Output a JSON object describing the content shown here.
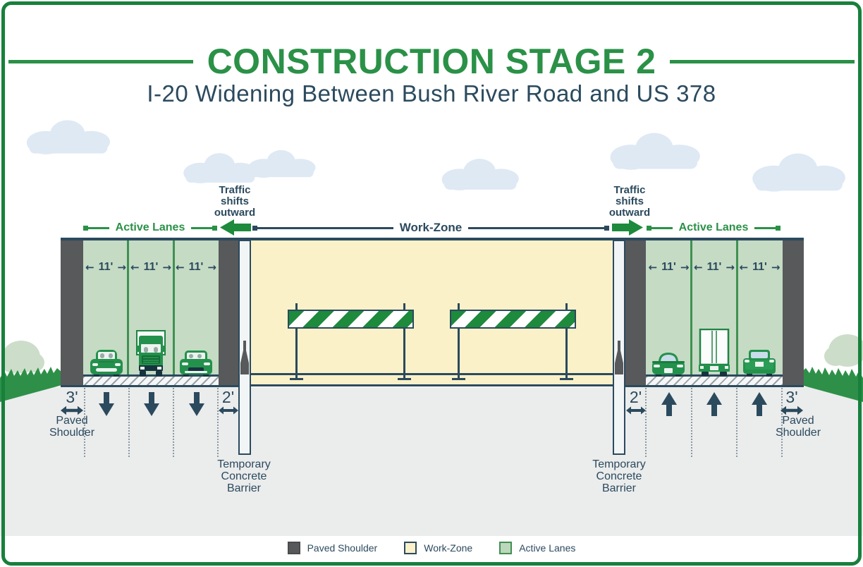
{
  "header": {
    "title": "CONSTRUCTION STAGE 2",
    "subtitle": "I-20 Widening Between Bush River Road and US 378"
  },
  "annotations": {
    "traffic_shift": {
      "line1": "Traffic",
      "line2": "shifts",
      "line3": "outward"
    },
    "active_lanes": "Active Lanes",
    "work_zone": "Work-Zone",
    "lane_width": "11'",
    "shoulder_width": "3'",
    "barrier_gap_width": "2'",
    "paved_shoulder": {
      "line1": "Paved",
      "line2": "Shoulder"
    },
    "temporary_barrier": {
      "line1": "Temporary",
      "line2": "Concrete",
      "line3": "Barrier"
    }
  },
  "icons": {
    "arrow_left": "←",
    "arrow_right": "→"
  },
  "legend": {
    "items": [
      {
        "label": "Paved Shoulder",
        "fill": "#58595B",
        "border": "#4A4B4D"
      },
      {
        "label": "Work-Zone",
        "fill": "#FAF1C9",
        "border": "#2B4A5E"
      },
      {
        "label": "Active Lanes",
        "fill": "#BDD7BC",
        "border": "#3F9152"
      }
    ]
  },
  "colors": {
    "title_green": "#2A9147",
    "frame_green": "#17803C",
    "navy": "#2B4A5E",
    "lane_fill": "#C5DBC4",
    "lane_divider": "#3F9152",
    "work_zone_fill": "#FAF1C9",
    "shoulder_gray": "#58595B",
    "ground_gray": "#EBECEC",
    "cloud_blue": "#DEE9F4",
    "arrow_green": "#1E8A3C",
    "grass_green": "#2E9048",
    "bush_green": "#CCDEC9"
  }
}
